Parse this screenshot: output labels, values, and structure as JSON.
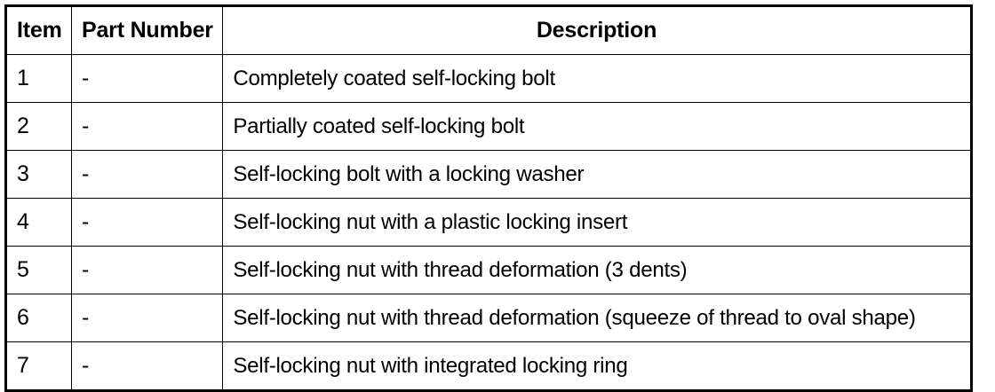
{
  "document": {
    "type": "table",
    "background_color": "#ffffff",
    "text_color": "#000000",
    "border_color": "#000000"
  },
  "table": {
    "columns": [
      {
        "key": "item",
        "label": "Item",
        "align": "left"
      },
      {
        "key": "part_number",
        "label": "Part Number",
        "align": "left"
      },
      {
        "key": "description",
        "label": "Description",
        "align": "center"
      }
    ],
    "rows": [
      {
        "item": "1",
        "part_number": "-",
        "description": "Completely coated self-locking bolt"
      },
      {
        "item": "2",
        "part_number": "-",
        "description": "Partially coated self-locking bolt"
      },
      {
        "item": "3",
        "part_number": "-",
        "description": "Self-locking bolt with a locking washer"
      },
      {
        "item": "4",
        "part_number": "-",
        "description": "Self-locking nut with a plastic locking insert"
      },
      {
        "item": "5",
        "part_number": "-",
        "description": "Self-locking nut with thread deformation (3 dents)"
      },
      {
        "item": "6",
        "part_number": "-",
        "description": "Self-locking nut with thread deformation (squeeze of thread to oval shape)"
      },
      {
        "item": "7",
        "part_number": "-",
        "description": "Self-locking nut with integrated locking ring"
      }
    ]
  }
}
